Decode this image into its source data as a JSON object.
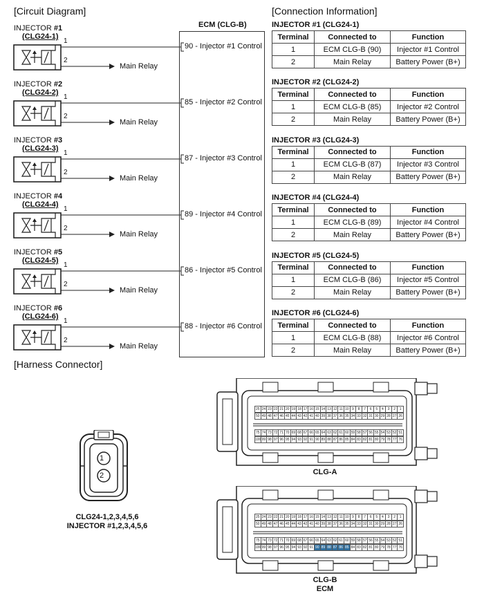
{
  "circuit_title": "[Circuit Diagram]",
  "connection_title": "[Connection Information]",
  "harness_title": "[Harness Connector]",
  "ecm": {
    "title": "ECM (CLG-B)"
  },
  "main_relay_label": "Main Relay",
  "pin1": "1",
  "pin2": "2",
  "injectors": [
    {
      "label": "INJECTOR",
      "num": "#1",
      "code": "(CLG24-1)",
      "ecm_label": "90 - Injector #1 Control"
    },
    {
      "label": "INJECTOR",
      "num": "#2",
      "code": "(CLG24-2)",
      "ecm_label": "85 - Injector #2 Control"
    },
    {
      "label": "INJECTOR",
      "num": "#3",
      "code": "(CLG24-3)",
      "ecm_label": "87 - Injector #3 Control"
    },
    {
      "label": "INJECTOR",
      "num": "#4",
      "code": "(CLG24-4)",
      "ecm_label": "89 - Injector #4 Control"
    },
    {
      "label": "INJECTOR",
      "num": "#5",
      "code": "(CLG24-5)",
      "ecm_label": "86 - Injector #5 Control"
    },
    {
      "label": "INJECTOR",
      "num": "#6",
      "code": "(CLG24-6)",
      "ecm_label": "88 - Injector #6 Control"
    }
  ],
  "table_headers": [
    "Terminal",
    "Connected to",
    "Function"
  ],
  "tables": [
    {
      "title": "INJECTOR #1 (CLG24-1)",
      "rows": [
        [
          "1",
          "ECM CLG-B (90)",
          "Injector #1 Control"
        ],
        [
          "2",
          "Main Relay",
          "Battery Power (B+)"
        ]
      ]
    },
    {
      "title": "INJECTOR #2 (CLG24-2)",
      "rows": [
        [
          "1",
          "ECM CLG-B (85)",
          "Injector #2 Control"
        ],
        [
          "2",
          "Main Relay",
          "Battery Power (B+)"
        ]
      ]
    },
    {
      "title": "INJECTOR #3 (CLG24-3)",
      "rows": [
        [
          "1",
          "ECM CLG-B (87)",
          "Injector #3 Control"
        ],
        [
          "2",
          "Main Relay",
          "Battery Power (B+)"
        ]
      ]
    },
    {
      "title": "INJECTOR #4 (CLG24-4)",
      "rows": [
        [
          "1",
          "ECM CLG-B (89)",
          "Injector #4 Control"
        ],
        [
          "2",
          "Main Relay",
          "Battery Power (B+)"
        ]
      ]
    },
    {
      "title": "INJECTOR #5 (CLG24-5)",
      "rows": [
        [
          "1",
          "ECM CLG-B (86)",
          "Injector #5 Control"
        ],
        [
          "2",
          "Main Relay",
          "Battery Power (B+)"
        ]
      ]
    },
    {
      "title": "INJECTOR #6 (CLG24-6)",
      "rows": [
        [
          "1",
          "ECM CLG-B (88)",
          "Injector #6 Control"
        ],
        [
          "2",
          "Main Relay",
          "Battery Power (B+)"
        ]
      ]
    }
  ],
  "small_connector": {
    "caption_line1": "CLG24-1,2,3,4,5,6",
    "caption_line2": "INJECTOR #1,2,3,4,5,6",
    "pins": [
      "1",
      "2"
    ]
  },
  "ecm_connectors": [
    {
      "caption": "CLG-A",
      "caption2": "",
      "row1": [
        "25",
        "24",
        "23",
        "22",
        "21",
        "20",
        "19",
        "18",
        "17",
        "16",
        "15",
        "14",
        "13",
        "12",
        "11",
        "10",
        "9",
        "8",
        "7",
        "6",
        "5",
        "4",
        "3",
        "2",
        "1"
      ],
      "row2": [
        "50",
        "49",
        "48",
        "47",
        "46",
        "45",
        "44",
        "43",
        "42",
        "41",
        "40",
        "39",
        "38",
        "37",
        "36",
        "35",
        "34",
        "33",
        "32",
        "31",
        "30",
        "29",
        "28",
        "27",
        "26"
      ],
      "row3": [
        "75",
        "74",
        "73",
        "72",
        "71",
        "70",
        "69",
        "68",
        "67",
        "66",
        "65",
        "64",
        "63",
        "62",
        "61",
        "60",
        "59",
        "58",
        "57",
        "56",
        "55",
        "54",
        "53",
        "52",
        "51"
      ],
      "row4": [
        "100",
        "99",
        "98",
        "97",
        "96",
        "95",
        "94",
        "93",
        "92",
        "91",
        "90",
        "89",
        "88",
        "87",
        "86",
        "85",
        "84",
        "83",
        "82",
        "81",
        "80",
        "79",
        "78",
        "77",
        "76"
      ],
      "highlight": []
    },
    {
      "caption": "CLG-B",
      "caption2": "ECM",
      "row1": [
        "25",
        "24",
        "23",
        "22",
        "21",
        "20",
        "19",
        "18",
        "17",
        "16",
        "15",
        "14",
        "13",
        "12",
        "11",
        "10",
        "9",
        "8",
        "7",
        "6",
        "5",
        "4",
        "3",
        "2",
        "1"
      ],
      "row2": [
        "50",
        "49",
        "48",
        "47",
        "46",
        "45",
        "44",
        "43",
        "42",
        "41",
        "40",
        "39",
        "38",
        "37",
        "36",
        "35",
        "34",
        "33",
        "32",
        "31",
        "30",
        "29",
        "28",
        "27",
        "26"
      ],
      "row3": [
        "75",
        "74",
        "73",
        "72",
        "71",
        "70",
        "69",
        "68",
        "67",
        "66",
        "65",
        "64",
        "63",
        "62",
        "61",
        "60",
        "59",
        "58",
        "57",
        "56",
        "55",
        "54",
        "53",
        "52",
        "51"
      ],
      "row4": [
        "100",
        "99",
        "98",
        "97",
        "96",
        "95",
        "94",
        "93",
        "92",
        "91",
        "90",
        "89",
        "88",
        "87",
        "86",
        "85",
        "84",
        "83",
        "82",
        "81",
        "80",
        "79",
        "78",
        "77",
        "76"
      ],
      "highlight": [
        "90",
        "89",
        "88",
        "87",
        "86",
        "85"
      ]
    }
  ],
  "colors": {
    "highlight": "#2f6f9f",
    "line": "#222222"
  }
}
